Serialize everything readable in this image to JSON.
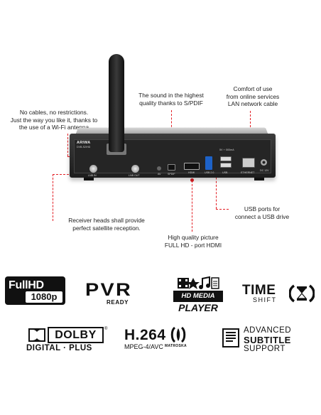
{
  "callouts": {
    "wifi": [
      "No cables, no restrictions.",
      "Just the way you like it, thanks to",
      "the use of a Wi-Fi antenna"
    ],
    "spdif": [
      "The sound in the highest",
      "quality thanks to S/PDIF"
    ],
    "lan": [
      "Comfort of use",
      "from online services",
      "LAN network cable"
    ],
    "usb": [
      "USB ports for",
      "connect a USB drive"
    ],
    "satellite": [
      "Receiver heads shall provide",
      "perfect satellite reception."
    ],
    "hdmi": [
      "High quality picture",
      "FULL HD - port HDMI"
    ]
  },
  "device": {
    "brand": "ARIWA",
    "model": "DVB-S2/HD",
    "port_labels": [
      "LNB IN",
      "LNB OUT",
      "AV",
      "SPDIF",
      "HDMI",
      "USB 2.0",
      "USB",
      "ETHERNET",
      "DC 12V"
    ],
    "usb_top_label": "5V ⎓ 500mA"
  },
  "logos": {
    "fullhd": {
      "top": "FullHD",
      "bottom": "1080p"
    },
    "pvr": {
      "main": "PVR",
      "sub": "READY"
    },
    "hdmedia": {
      "top": "HD MEDIA",
      "bottom": "PLAYER"
    },
    "timeshift": {
      "top": "TIME",
      "bottom": "SHIFT"
    },
    "dolby": {
      "word": "DOLBY",
      "sub": "DIGITAL · PLUS",
      "mark": "®"
    },
    "h264": {
      "main": "H.264",
      "sub": "MPEG-4/AVC",
      "container": "MATROSKA"
    },
    "subtitle": {
      "line1": "ADVANCED",
      "line2": "SUBTITLE",
      "line3": "SUPPORT"
    }
  },
  "colors": {
    "accent": "#e31e24",
    "ink": "#111111",
    "body": "#2a2a2a"
  }
}
